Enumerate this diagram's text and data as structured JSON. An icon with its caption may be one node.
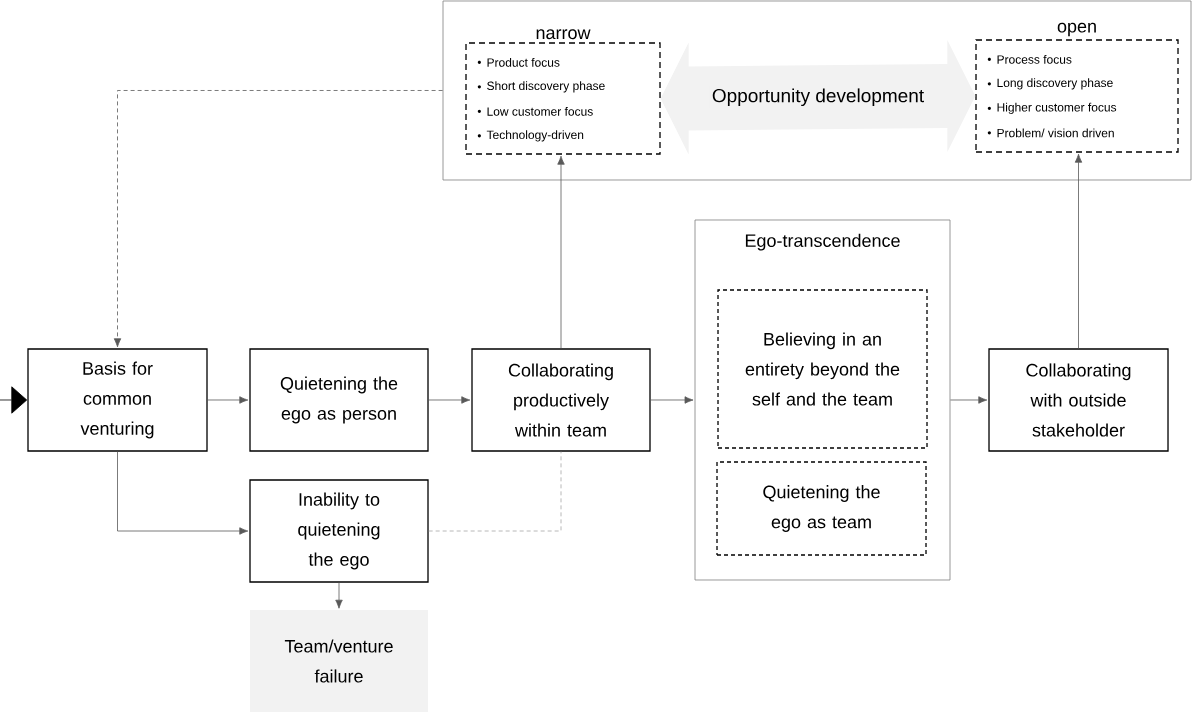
{
  "diagram": {
    "nodes": [
      {
        "text": [],
        "shape": "box"
      },
      {
        "text": [
          "narrow",
          "Product focus",
          "Short discovery phase",
          "Low customer focus",
          "Technology-driven"
        ],
        "in": 0
      },
      {
        "text": [
          "open",
          "Process focus",
          "Long discovery phase",
          "Higher customer focus",
          "Problem/ vision driven"
        ],
        "in": 0
      },
      {
        "text": [
          "Basis for common venturing"
        ]
      },
      {
        "text": [
          "Quietening the ego as person"
        ]
      },
      {
        "text": [
          "Collaborating productively within team"
        ]
      },
      {
        "text": [
          "Ego-transcendence"
        ]
      },
      {
        "text": [
          "Believing in an entirety beyond the self and the team"
        ],
        "in": 6
      },
      {
        "text": [
          "Quietening the ego as team"
        ],
        "in": 6
      },
      {
        "text": [
          "Collaborating with outside stakeholder"
        ]
      },
      {
        "text": [
          "Inability to quietening the ego"
        ]
      },
      {
        "text": [
          "Team/venture failure"
        ]
      }
    ],
    "edges": [
      {
        "from": null,
        "to": 3,
        "arrow": "to"
      },
      {
        "from": 0,
        "to": 3,
        "arrow": "to",
        "style": "dashed"
      },
      {
        "from": 3,
        "to": 4,
        "arrow": "to"
      },
      {
        "from": 4,
        "to": 5,
        "arrow": "to"
      },
      {
        "from": 5,
        "to": 6,
        "arrow": "to"
      },
      {
        "from": 6,
        "to": 9,
        "arrow": "to"
      },
      {
        "from": 5,
        "to": 1,
        "arrow": "to"
      },
      {
        "from": 9,
        "to": 2,
        "arrow": "to"
      },
      {
        "from": 3,
        "to": 10,
        "arrow": "to"
      },
      {
        "from": 10,
        "to": 5,
        "arrow": "none",
        "style": "dashed",
        "color": "#a6a6a6"
      },
      {
        "from": 10,
        "to": 11,
        "arrow": "to"
      },
      {
        "from": 1,
        "to": 2,
        "arrow": "both",
        "label": "Opportunity development",
        "style": "thick",
        "color": "#f2f2f2"
      }
    ]
  }
}
